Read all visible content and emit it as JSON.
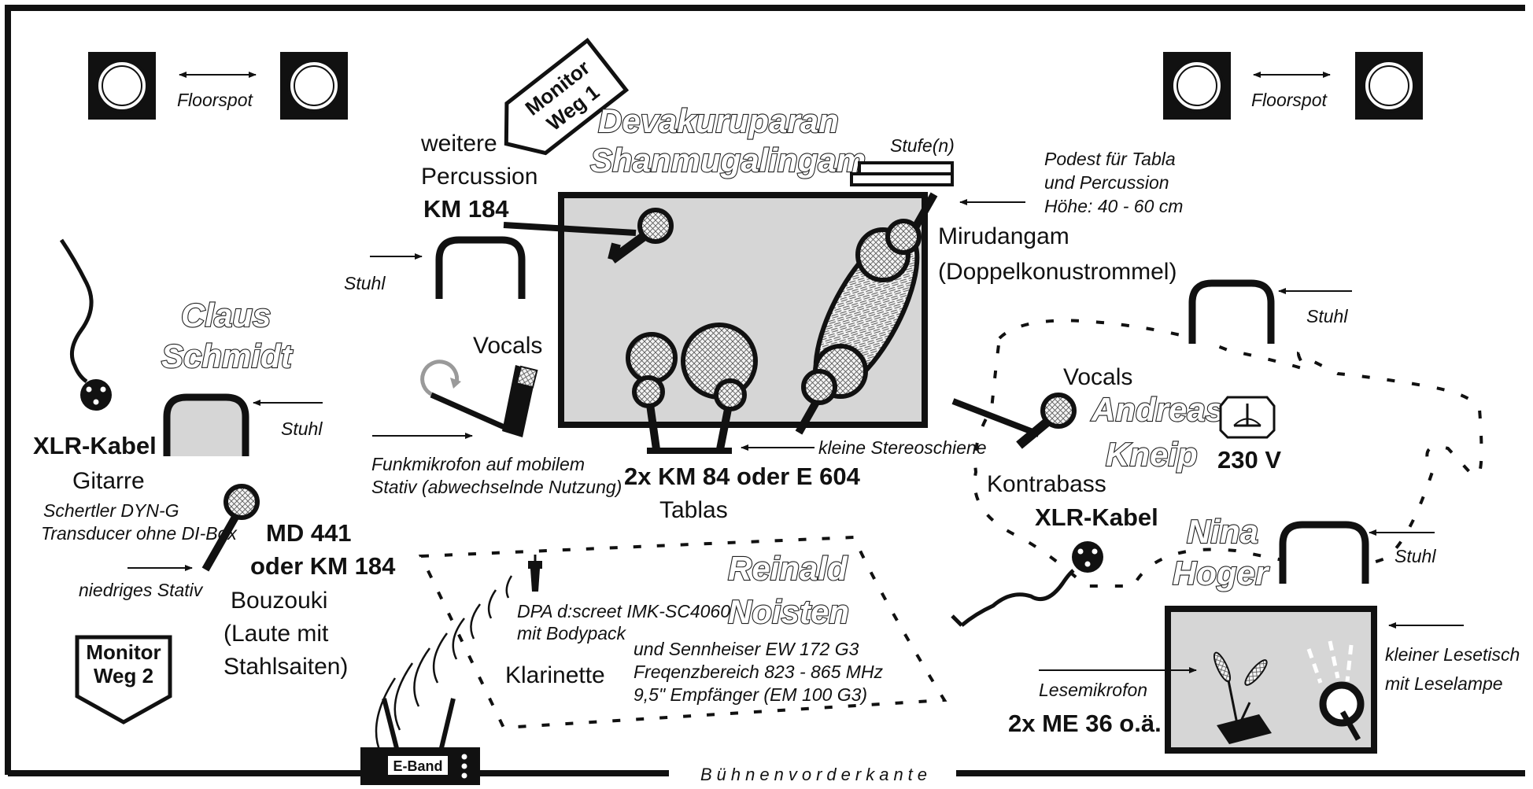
{
  "title": "",
  "colors": {
    "line": "#111111",
    "fill": "#d6d6d6",
    "white": "#ffffff",
    "refresh": "#9a9a9a"
  },
  "labels": {
    "floorspot_left": "Floorspot",
    "floorspot_right": "Floorspot",
    "monitor1": [
      "Monitor",
      "Weg 1"
    ],
    "monitor2": [
      "Monitor",
      "Weg 2"
    ],
    "performer1": [
      "Devakuruparan",
      "Shanmugalingam"
    ],
    "stufe": "Stufe(n)",
    "podest": [
      "Podest für Tabla",
      "und Percussion",
      "Höhe: 40 - 60 cm"
    ],
    "percussion": [
      "weitere",
      "Percussion"
    ],
    "km184": "KM 184",
    "stuhl": "Stuhl",
    "mirudangam": [
      "Mirudangam",
      "(Doppelkonustrommel)"
    ],
    "performer2": [
      "Claus",
      "Schmidt"
    ],
    "vocals": "Vocals",
    "xlr": "XLR-Kabel",
    "gitarre": "Gitarre",
    "schertler": [
      "Schertler DYN-G",
      "Transducer ohne DI-Box"
    ],
    "funk": [
      "Funkmikrofon auf mobilem",
      "Stativ (abwechselnde Nutzung)"
    ],
    "stereoschiene": "kleine Stereoschiene",
    "tabla_mic": "2x KM 84 oder E 604",
    "tablas": "Tablas",
    "performer3": [
      "Andreas",
      "Kneip"
    ],
    "power": "230 V",
    "kontrabass": "Kontrabass",
    "performer4": [
      "Nina",
      "Hoger"
    ],
    "md441": [
      "MD 441",
      "oder KM 184"
    ],
    "niedrig": "niedriges Stativ",
    "bouzouki": [
      "Bouzouki",
      "(Laute mit",
      "Stahlsaiten)"
    ],
    "performer5": [
      "Reinald",
      "Noisten"
    ],
    "dpa": [
      "DPA d:screet IMK-SC4060",
      "mit Bodypack"
    ],
    "sennheiser": [
      "und Sennheiser EW 172 G3",
      "Freqenzbereich 823 - 865 MHz",
      "9,5\" Empfänger (EM 100 G3)"
    ],
    "klarinette": "Klarinette",
    "lesetisch": [
      "kleiner Lesetisch",
      "mit Leselampe"
    ],
    "lesemikrofon": "Lesemikrofon",
    "me36": "2x ME 36 o.ä.",
    "eband": "E-Band",
    "buehne": "Bühnenvorderkante"
  }
}
